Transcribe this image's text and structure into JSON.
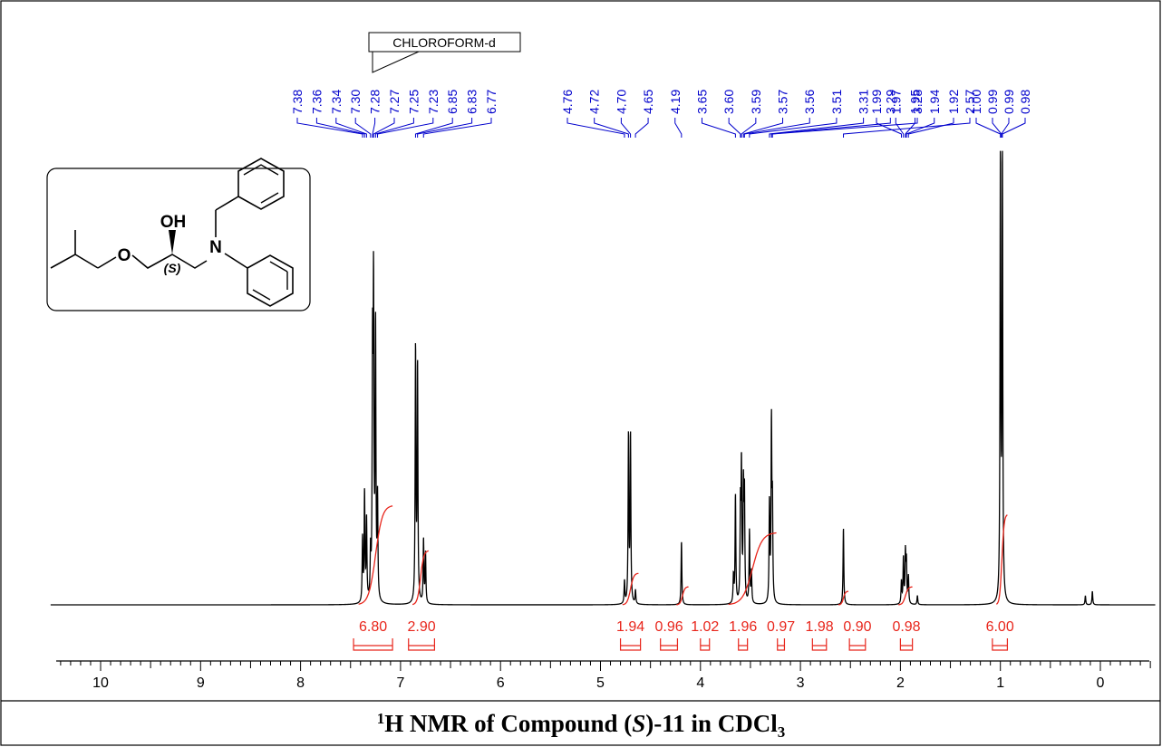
{
  "chart_data": {
    "type": "line",
    "title": "¹H NMR of Compound (S)-11 in CDCl₃",
    "caption": {
      "sup": "1",
      "a": "H NMR of Compound (",
      "italic": "S",
      "b": ")-11 in CDCl",
      "sub": "3"
    },
    "xlabel": "",
    "ylabel": "",
    "xlim": [
      10.5,
      -0.55
    ],
    "x_reversed": true,
    "x_ticks": [
      "10",
      "9",
      "8",
      "7",
      "6",
      "5",
      "4",
      "3",
      "2",
      "1",
      "0"
    ],
    "solvent_label": "CHLOROFORM-d",
    "structure_labels": {
      "oh": "OH",
      "o": "O",
      "n": "N",
      "stereo": "(S)"
    },
    "peak_labels": [
      "7.38",
      "7.36",
      "7.34",
      "7.30",
      "7.28",
      "7.27",
      "7.25",
      "7.23",
      "6.85",
      "6.83",
      "6.77",
      "4.76",
      "4.72",
      "4.70",
      "4.65",
      "4.19",
      "3.65",
      "3.60",
      "3.59",
      "3.57",
      "3.56",
      "3.51",
      "3.31",
      "3.29",
      "3.28",
      "2.57",
      "1.99",
      "1.97",
      "1.95",
      "1.94",
      "1.92",
      "1.00",
      "0.99",
      "0.99",
      "0.98"
    ],
    "peak_positions": [
      7.38,
      7.36,
      7.34,
      7.3,
      7.28,
      7.27,
      7.25,
      7.23,
      6.85,
      6.83,
      6.77,
      4.76,
      4.72,
      4.7,
      4.65,
      4.19,
      3.65,
      3.6,
      3.59,
      3.57,
      3.56,
      3.51,
      3.31,
      3.29,
      3.28,
      2.57,
      1.99,
      1.97,
      1.95,
      1.94,
      1.92,
      1.0,
      0.99,
      0.99,
      0.98
    ],
    "integrals": [
      {
        "label": "6.80",
        "from": 7.47,
        "to": 7.08
      },
      {
        "label": "2.90",
        "from": 6.92,
        "to": 6.66
      },
      {
        "label": "1.94",
        "from": 4.8,
        "to": 4.6
      },
      {
        "label": "0.96",
        "from": 4.4,
        "to": 4.23
      },
      {
        "label": "1.02",
        "from": 4.0,
        "to": 3.91
      },
      {
        "label": "1.96",
        "from": 3.62,
        "to": 3.53
      },
      {
        "label": "0.97",
        "from": 3.23,
        "to": 3.16
      },
      {
        "label": "1.98",
        "from": 2.88,
        "to": 2.74
      },
      {
        "label": "0.90",
        "from": 2.51,
        "to": 2.35
      },
      {
        "label": "0.98",
        "from": 2.0,
        "to": 1.88
      },
      {
        "label": "6.00",
        "from": 1.08,
        "to": 0.93
      }
    ],
    "spectrum_peaks": [
      {
        "x": 7.38,
        "h": 0.14
      },
      {
        "x": 7.36,
        "h": 0.24
      },
      {
        "x": 7.34,
        "h": 0.18
      },
      {
        "x": 7.3,
        "h": 0.1
      },
      {
        "x": 7.28,
        "h": 0.52
      },
      {
        "x": 7.27,
        "h": 0.66
      },
      {
        "x": 7.25,
        "h": 0.6
      },
      {
        "x": 7.23,
        "h": 0.22
      },
      {
        "x": 6.85,
        "h": 0.56
      },
      {
        "x": 6.83,
        "h": 0.52
      },
      {
        "x": 6.77,
        "h": 0.14
      },
      {
        "x": 6.75,
        "h": 0.11
      },
      {
        "x": 4.76,
        "h": 0.05
      },
      {
        "x": 4.72,
        "h": 0.37
      },
      {
        "x": 4.7,
        "h": 0.37
      },
      {
        "x": 4.65,
        "h": 0.03
      },
      {
        "x": 4.19,
        "h": 0.14
      },
      {
        "x": 3.67,
        "h": 0.06
      },
      {
        "x": 3.65,
        "h": 0.24
      },
      {
        "x": 3.6,
        "h": 0.2
      },
      {
        "x": 3.59,
        "h": 0.29
      },
      {
        "x": 3.57,
        "h": 0.24
      },
      {
        "x": 3.56,
        "h": 0.23
      },
      {
        "x": 3.51,
        "h": 0.16
      },
      {
        "x": 3.49,
        "h": 0.07
      },
      {
        "x": 3.31,
        "h": 0.22
      },
      {
        "x": 3.29,
        "h": 0.39
      },
      {
        "x": 3.28,
        "h": 0.2
      },
      {
        "x": 2.57,
        "h": 0.17
      },
      {
        "x": 1.99,
        "h": 0.05
      },
      {
        "x": 1.97,
        "h": 0.1
      },
      {
        "x": 1.95,
        "h": 0.11
      },
      {
        "x": 1.94,
        "h": 0.09
      },
      {
        "x": 1.92,
        "h": 0.06
      },
      {
        "x": 1.83,
        "h": 0.02
      },
      {
        "x": 1.0,
        "h": 0.97
      },
      {
        "x": 0.98,
        "h": 0.97
      },
      {
        "x": 0.15,
        "h": 0.02
      },
      {
        "x": 0.08,
        "h": 0.03
      }
    ],
    "integral_curve_segments": [
      {
        "from": 7.42,
        "to": 7.08,
        "rise": 0.22
      },
      {
        "from": 6.88,
        "to": 6.72,
        "rise": 0.12
      },
      {
        "from": 4.78,
        "to": 4.62,
        "rise": 0.07
      },
      {
        "from": 4.24,
        "to": 4.12,
        "rise": 0.04
      },
      {
        "from": 3.72,
        "to": 3.24,
        "rise": 0.16
      },
      {
        "from": 2.62,
        "to": 2.52,
        "rise": 0.03
      },
      {
        "from": 2.02,
        "to": 1.88,
        "rise": 0.04
      },
      {
        "from": 1.04,
        "to": 0.93,
        "rise": 0.2
      }
    ],
    "colors": {
      "spectrum": "#000000",
      "peak_labels": "#0000cc",
      "integrals": "#e8261c",
      "solvent": "#000000"
    },
    "grid": false,
    "legend": "none"
  }
}
